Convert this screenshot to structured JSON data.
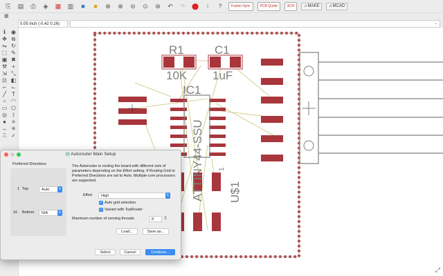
{
  "toolbar": {
    "icons": [
      "open",
      "save",
      "print",
      "cam",
      "layers",
      "zoom-out-dummy",
      "ulp",
      "script",
      "zoom-fit",
      "zoom-in",
      "zoom-out",
      "zoom-select",
      "zoom-redraw",
      "undo",
      "redo",
      "stop",
      "go",
      "help"
    ],
    "fusion_sync": "Fusion Sync",
    "pcb_quote": "PCB Quote",
    "sch_label": "SCH",
    "make": "MAKE",
    "mcad": "MCAD"
  },
  "coordinate": "0.05 inch (-0.42 0.16)",
  "board": {
    "labels": {
      "r1": "R1",
      "c1": "C1",
      "r1_value": "10K",
      "c1_value": "1uF",
      "ic1": "IC1",
      "ic1_value": "ATTINY44-SSU",
      "u1": "U$1",
      "u1_pin": "1"
    },
    "colors": {
      "pad": "#a8363c",
      "airwire": "#c8c27a",
      "outline": "#7f7f7f",
      "dimension": "#b23a3a"
    }
  },
  "dialog": {
    "title": "Autorouter Main Setup",
    "preferred_directions_label": "Preferred Directions",
    "layers": [
      {
        "number": "1",
        "name": "Top",
        "direction": "Auto"
      },
      {
        "number": "16",
        "name": "Bottom",
        "direction": "N/A"
      }
    ],
    "description": "The Autorouter is routing the board with different sets of parameters depending on the Effort setting. If Routing Grid or Preferred Directions are set to Auto. Multiple-core processors are supported.",
    "effort_label": "Effort",
    "effort_value": "High",
    "auto_grid_label": "Auto grid selection",
    "auto_grid_checked": true,
    "variant_label": "Variant with TopRouter",
    "variant_checked": true,
    "threads_label": "Maximum number of running threads",
    "threads_value": "8",
    "load_label": "Load...",
    "save_label": "Save as...",
    "select_label": "Select",
    "cancel_label": "Cancel",
    "continue_label": "Continue..."
  }
}
